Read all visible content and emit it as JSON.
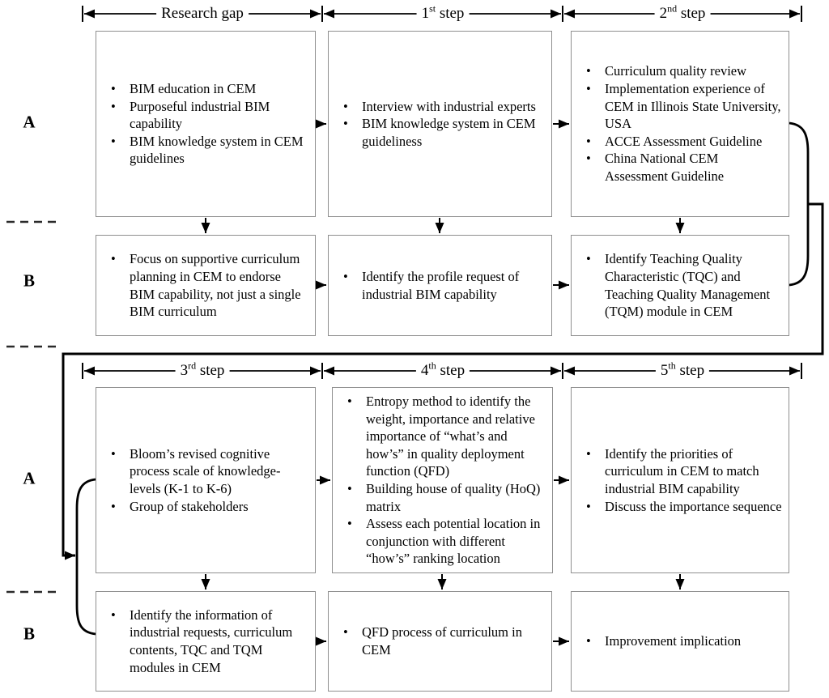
{
  "diagram_title": "Research framework flow diagram",
  "colors": {
    "stroke": "#000000",
    "box_border": "#8f8f8f",
    "background": "#ffffff"
  },
  "headers": {
    "research_gap": {
      "pre": "Research gap",
      "sup": "",
      "post": ""
    },
    "step1": {
      "pre": "1",
      "sup": "st",
      "post": " step"
    },
    "step2": {
      "pre": "2",
      "sup": "nd",
      "post": " step"
    },
    "step3": {
      "pre": "3",
      "sup": "rd",
      "post": " step"
    },
    "step4": {
      "pre": "4",
      "sup": "th",
      "post": " step"
    },
    "step5": {
      "pre": "5",
      "sup": "th",
      "post": " step"
    }
  },
  "row_labels": {
    "top_a": "A",
    "top_b": "B",
    "bottom_a": "A",
    "bottom_b": "B"
  },
  "boxes": {
    "a1": {
      "bullets": [
        "BIM education in CEM",
        "Purposeful industrial BIM capability",
        "BIM knowledge system in CEM guidelines"
      ]
    },
    "a2": {
      "bullets": [
        "Interview with industrial experts",
        "BIM knowledge system in CEM guideliness"
      ]
    },
    "a3": {
      "bullets": [
        "Curriculum quality review",
        "Implementation experience of CEM in Illinois State University, USA",
        "ACCE Assessment Guideline",
        "China National CEM Assessment  Guideline"
      ]
    },
    "b1": {
      "bullets": [
        "Focus on supportive curriculum planning in CEM to endorse BIM capability, not just a single BIM curriculum"
      ]
    },
    "b2": {
      "bullets": [
        "Identify the profile request of industrial BIM capability"
      ]
    },
    "b3": {
      "bullets": [
        "Identify Teaching Quality Characteristic (TQC) and Teaching Quality Management (TQM) module in CEM"
      ]
    },
    "a4": {
      "bullets": [
        "Bloom’s revised cognitive process scale of knowledge-levels (K-1 to K-6)",
        "Group of stakeholders"
      ]
    },
    "a5": {
      "bullets": [
        "Entropy method to identify the weight, importance and relative importance of “what’s and how’s” in quality deployment function (QFD)",
        "Building house of quality (HoQ) matrix",
        "Assess each potential location in conjunction with different “how’s” ranking location"
      ]
    },
    "a6": {
      "bullets": [
        "Identify the priorities of curriculum in CEM to match industrial BIM capability",
        "Discuss the importance sequence"
      ]
    },
    "b4": {
      "bullets": [
        "Identify the information of industrial requests, curriculum contents, TQC and TQM modules in CEM"
      ]
    },
    "b5": {
      "bullets": [
        "QFD process of curriculum in CEM"
      ]
    },
    "b6": {
      "bullets": [
        "Improvement implication"
      ]
    }
  }
}
